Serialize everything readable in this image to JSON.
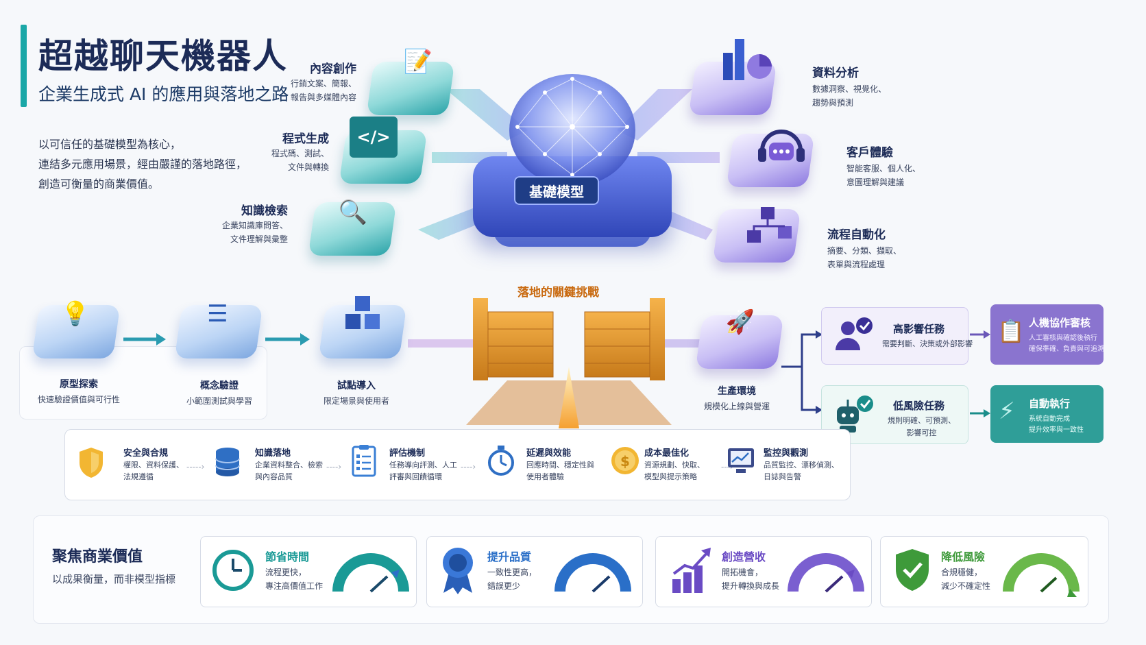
{
  "header": {
    "title": "超越聊天機器人",
    "subtitle": "企業生成式 AI 的應用與落地之路"
  },
  "intro": [
    "以可信任的基礎模型為核心，",
    "連結多元應用場景，經由嚴謹的落地路徑，",
    "創造可衡量的商業價值。"
  ],
  "core": {
    "label": "基礎模型"
  },
  "applications_left": [
    {
      "label": "內容創作",
      "desc": [
        "行銷文案、簡報、",
        "報告與多媒體內容"
      ],
      "icon": "document-pen-icon"
    },
    {
      "label": "程式生成",
      "desc": [
        "程式碼、測試、",
        "文件與轉換"
      ],
      "icon": "code-icon"
    },
    {
      "label": "知識檢索",
      "desc": [
        "企業知識庫問答、",
        "文件理解與彙整"
      ],
      "icon": "magnifier-icon"
    }
  ],
  "applications_right": [
    {
      "label": "資料分析",
      "desc": [
        "數據洞察、視覺化、",
        "趨勢與預測"
      ],
      "icon": "bar-pie-chart-icon"
    },
    {
      "label": "客戶體驗",
      "desc": [
        "智能客服、個人化、",
        "意圖理解與建議"
      ],
      "icon": "headset-chat-icon"
    },
    {
      "label": "流程自動化",
      "desc": [
        "摘要、分類、擷取、",
        "表單與流程處理"
      ],
      "icon": "workflow-cubes-icon"
    }
  ],
  "journey": [
    {
      "title": "原型探索",
      "desc": "快速驗證價值與可行性",
      "icon": "lightbulb-icon"
    },
    {
      "title": "概念驗證",
      "desc": "小範圍測試與學習",
      "icon": "checklist-icon"
    },
    {
      "title": "試點導入",
      "desc": "限定場景與使用者",
      "icon": "cubes-icon"
    },
    {
      "title": "生產環境",
      "desc": "規模化上線與營運",
      "icon": "rocket-icon"
    }
  ],
  "challenge": {
    "title": "落地的關鍵挑戰"
  },
  "tasks": [
    {
      "title": "高影響任務",
      "desc": [
        "需要判斷、決策或外部影響"
      ],
      "icon": "user-check-icon",
      "outcome": {
        "title": "人機協作審核",
        "desc": [
          "人工審核與確認後執行",
          "確保準確、負責與可追溯"
        ],
        "icon": "clipboard-icon"
      }
    },
    {
      "title": "低風險任務",
      "desc": [
        "規則明確、可預測、",
        "影響可控"
      ],
      "icon": "robot-check-icon",
      "outcome": {
        "title": "自動執行",
        "desc": [
          "系統自動完成",
          "提升效率與一致性"
        ],
        "icon": "lightning-icon"
      }
    }
  ],
  "challenges": [
    {
      "title": "安全與合規",
      "desc": [
        "權限、資料保護、",
        "法規遵循"
      ],
      "icon": "shield-icon",
      "color": "#f2b632"
    },
    {
      "title": "知識落地",
      "desc": [
        "企業資料整合、檢索",
        "與內容品質"
      ],
      "icon": "database-icon",
      "color": "#2f6fc4"
    },
    {
      "title": "評估機制",
      "desc": [
        "任務導向評測、人工",
        "評審與回饋循環"
      ],
      "icon": "checklist-icon",
      "color": "#3a7fd5"
    },
    {
      "title": "延遲與效能",
      "desc": [
        "回應時間、穩定性與",
        "使用者體驗"
      ],
      "icon": "stopwatch-icon",
      "color": "#2f6fc4"
    },
    {
      "title": "成本最佳化",
      "desc": [
        "資源規劃、快取、",
        "模型與提示策略"
      ],
      "icon": "coin-icon",
      "color": "#f2b632"
    },
    {
      "title": "監控與觀測",
      "desc": [
        "品質監控、漂移偵測、",
        "日誌與告警"
      ],
      "icon": "monitor-chart-icon",
      "color": "#3a4a8a"
    }
  ],
  "value": {
    "title": "聚焦商業價值",
    "subtitle": "以成果衡量，而非模型指標",
    "items": [
      {
        "title": "節省時間",
        "desc": [
          "流程更快，",
          "專注高價值工作"
        ],
        "icon": "clock-icon",
        "color": "#1a9a96"
      },
      {
        "title": "提升品質",
        "desc": [
          "一致性更高，",
          "錯誤更少"
        ],
        "icon": "ribbon-medal-icon",
        "color": "#2a6fc8"
      },
      {
        "title": "創造營收",
        "desc": [
          "開拓機會，",
          "提升轉換與成長"
        ],
        "icon": "growth-bars-icon",
        "color": "#6a4bc4"
      },
      {
        "title": "降低風險",
        "desc": [
          "合規穩健，",
          "減少不確定性"
        ],
        "icon": "shield-check-icon",
        "color": "#3e9a3a"
      }
    ]
  }
}
